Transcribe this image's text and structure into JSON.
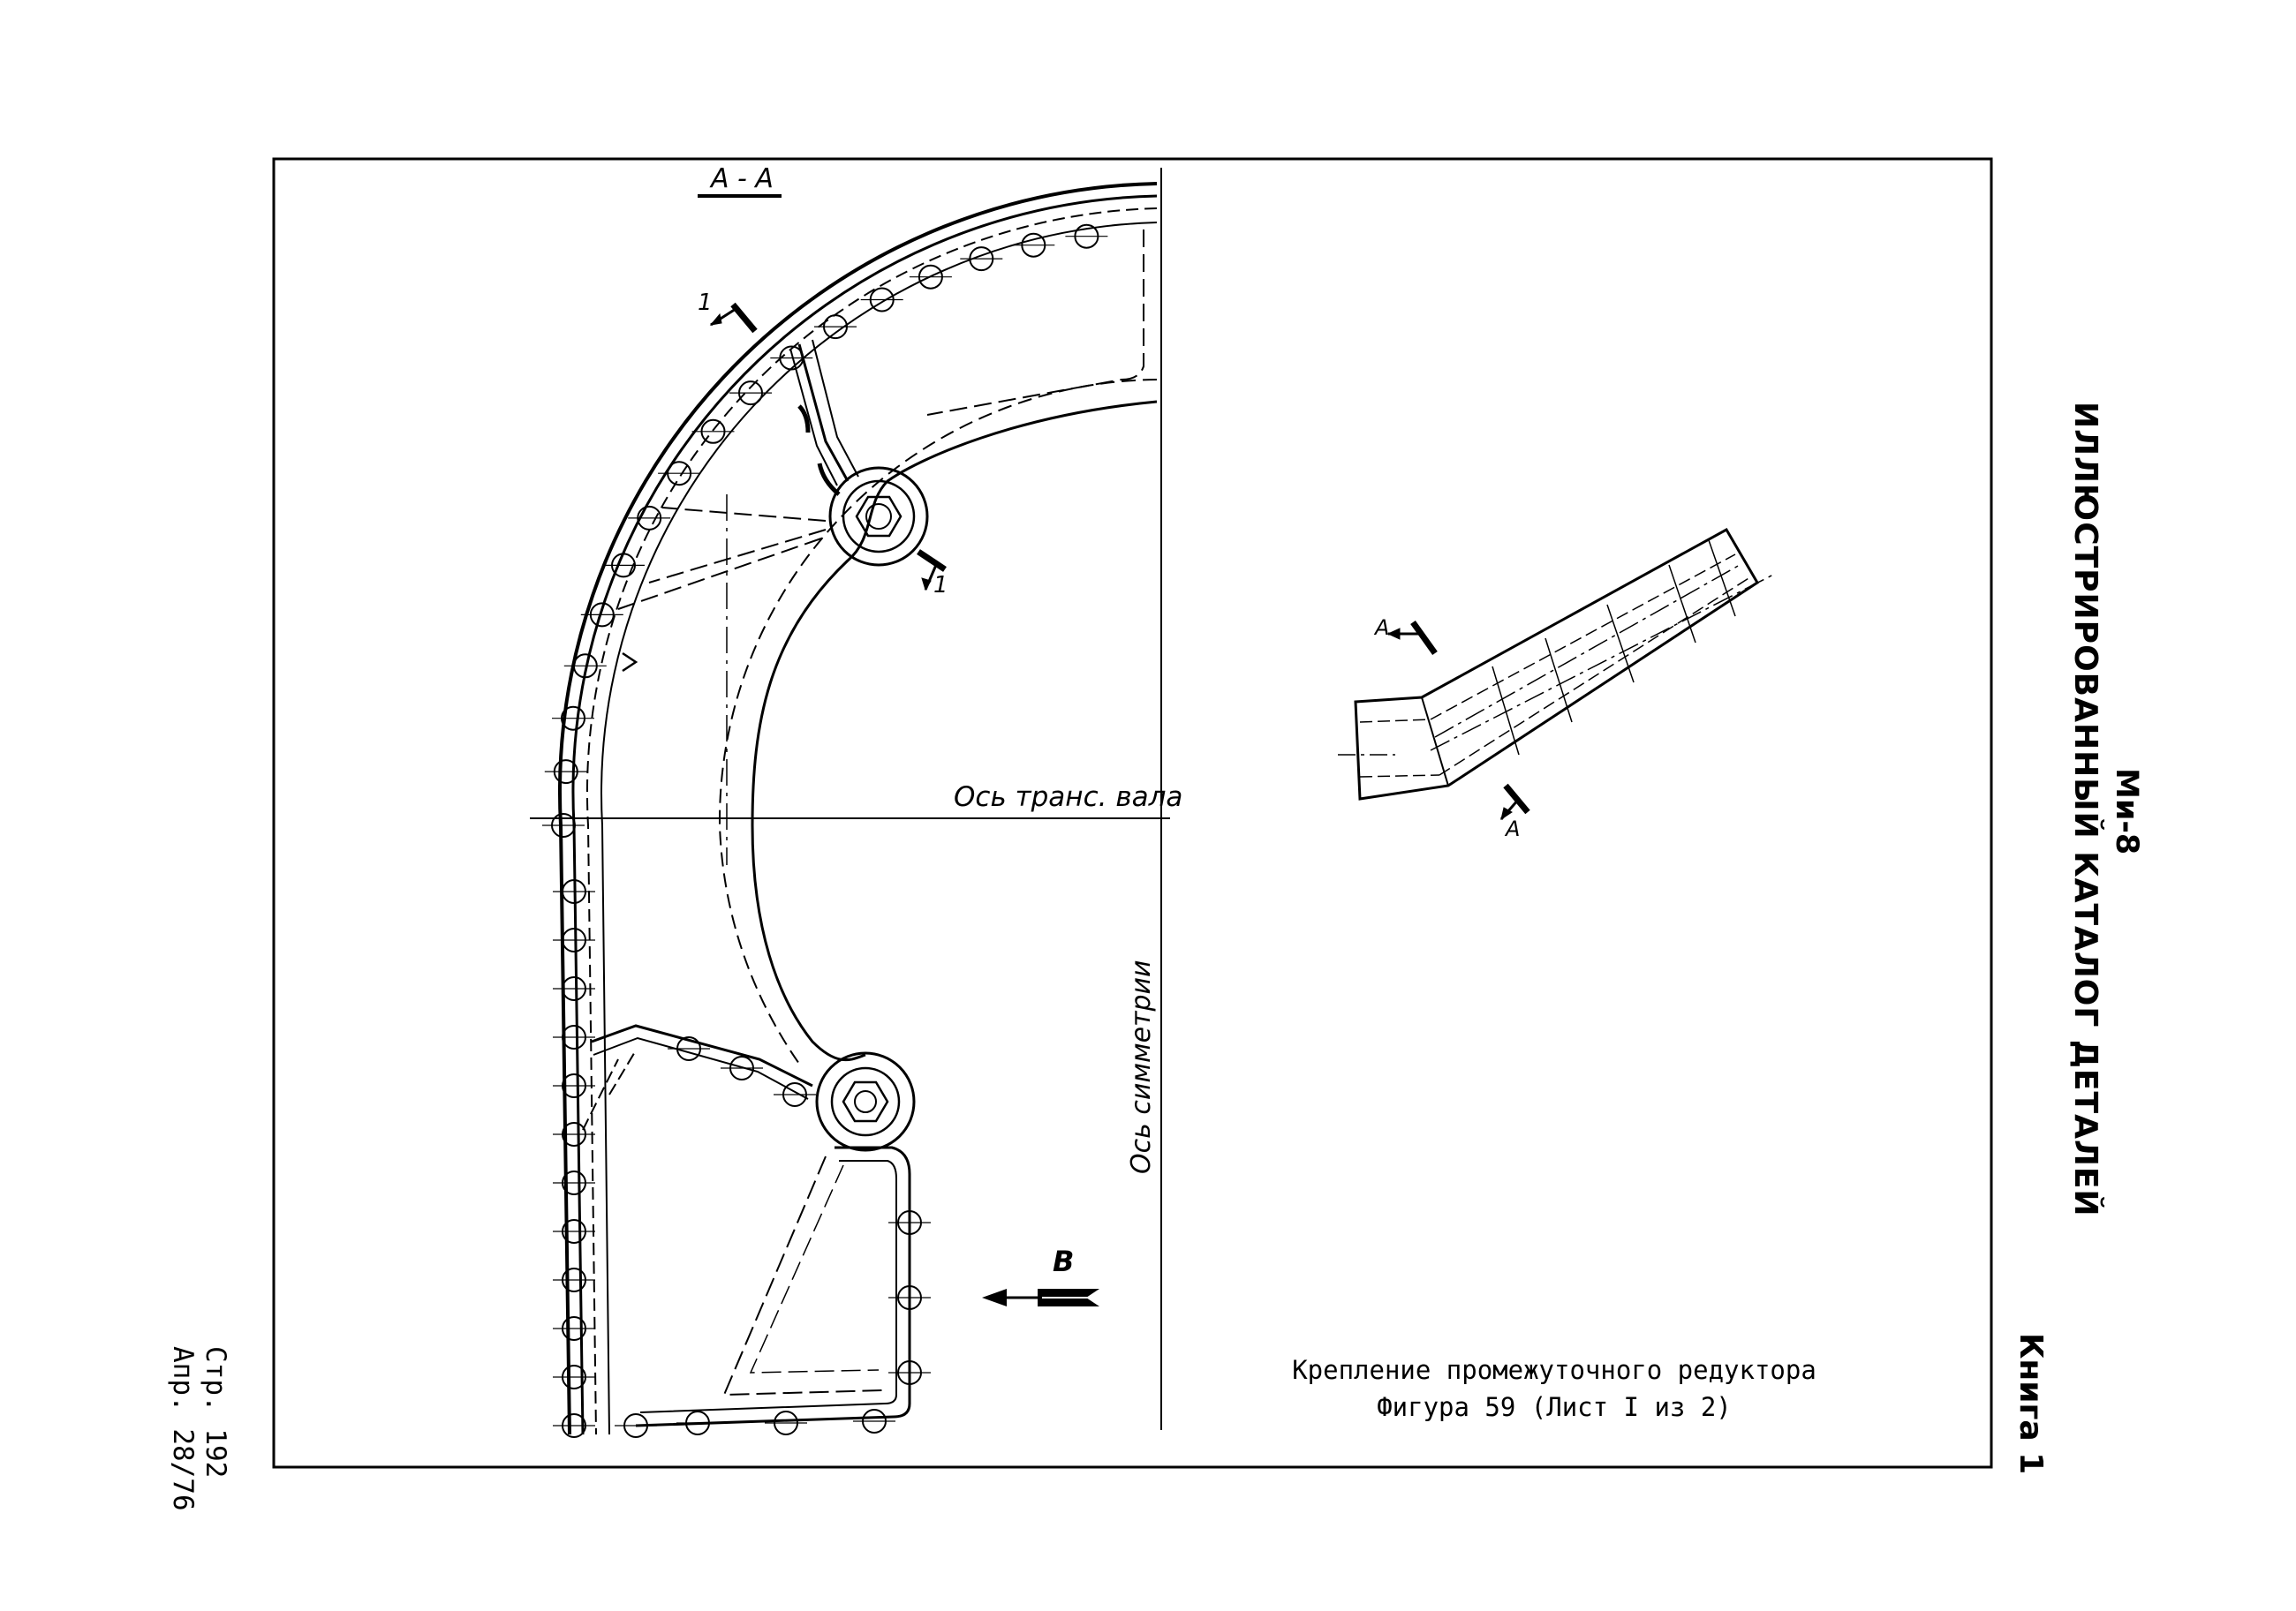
{
  "header": {
    "aircraft": "Ми-8",
    "catalog_title": "ИЛЛЮСТРИРОВАННЫЙ КАТАЛОГ ДЕТАЛЕЙ",
    "book": "Книга 1"
  },
  "page_ref": {
    "page": "Стр. 192",
    "date": "Апр. 28/76"
  },
  "caption": {
    "line1": "Крепление промежуточного редуктора",
    "line2": "Фигура 59  (Лист I из 2)"
  },
  "labels": {
    "section": "А - А",
    "section_mark_1a": "1",
    "section_mark_1b": "1",
    "axis_shaft": "Ось транс. вала",
    "axis_symmetry": "Ось симметрии",
    "view_b": "В",
    "key_a_top": "А",
    "key_a_bottom": "А"
  }
}
